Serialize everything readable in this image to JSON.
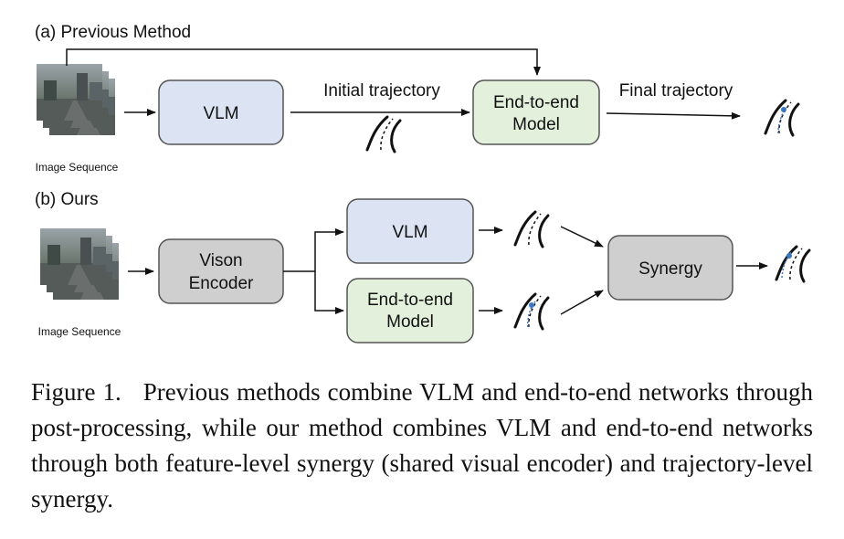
{
  "section_a": {
    "title": "(a) Previous Method",
    "image_caption": "Image Sequence",
    "vlm_label": "VLM",
    "initial_trajectory_label": "Initial trajectory",
    "e2e_line1": "End-to-end",
    "e2e_line2": "Model",
    "final_trajectory_label": "Final trajectory"
  },
  "section_b": {
    "title": "(b)  Ours",
    "image_caption": "Image Sequence",
    "encoder_line1": "Vison",
    "encoder_line2": "Encoder",
    "vlm_label": "VLM",
    "e2e_line1": "End-to-end",
    "e2e_line2": "Model",
    "synergy_label": "Synergy"
  },
  "colors": {
    "vlm_fill": "#dce3f2",
    "e2e_fill": "#e3f0dc",
    "gray_fill": "#d0cfcf",
    "stroke": "#555555"
  },
  "caption": {
    "text": "Figure 1.   Previous methods combine VLM and end-to-end networks through post-processing, while our method combines VLM and end-to-end networks through both feature-level synergy (shared visual encoder) and trajectory-level synergy."
  }
}
